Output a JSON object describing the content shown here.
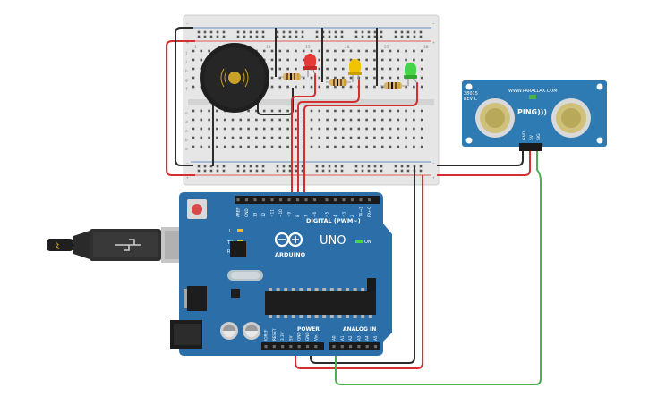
{
  "colors": {
    "background": "#ffffff",
    "breadboard": "#e6e6e6",
    "arduino_board": "#2c6fa8",
    "wire_red": "#d62e2e",
    "wire_black": "#2b2b2b",
    "wire_green": "#4caf50",
    "sensor_board": "#2d7bb2",
    "led_red": "#e53935",
    "led_yellow": "#f2c300",
    "led_green": "#48d448"
  },
  "breadboard": {
    "rail_plus": "+",
    "rail_minus": "−",
    "row_letters_top": [
      "j",
      "i",
      "h",
      "g",
      "f"
    ],
    "row_letters_bottom": [
      "e",
      "d",
      "c",
      "b",
      "a"
    ],
    "column_numbers": [
      "1",
      "5",
      "10",
      "15",
      "20",
      "25",
      "30"
    ]
  },
  "arduino": {
    "brand": "ARDUINO",
    "model": "UNO",
    "digital_label": "DIGITAL (PWM~)",
    "power_label": "POWER",
    "analog_label": "ANALOG IN",
    "on_label": "ON",
    "led_labels": [
      "L",
      "TX",
      "RX"
    ],
    "digital_pins": [
      "AREF",
      "GND",
      "13",
      "12",
      "~11",
      "~10",
      "~9",
      "8",
      "7",
      "~6",
      "~5",
      "4",
      "~3",
      "2",
      "TX→1",
      "RX←0"
    ],
    "power_pins": [
      "IOREF",
      "RESET",
      "3.3V",
      "5V",
      "GND",
      "GND",
      "Vin"
    ],
    "analog_pins": [
      "A0",
      "A1",
      "A2",
      "A3",
      "A4",
      "A5"
    ]
  },
  "sensor": {
    "part_number": "28015",
    "revision": "REV C",
    "url": "WWW.PARALLAX.COM",
    "name": "PING)))",
    "pins": [
      "GND",
      "5V",
      "SIG"
    ]
  }
}
